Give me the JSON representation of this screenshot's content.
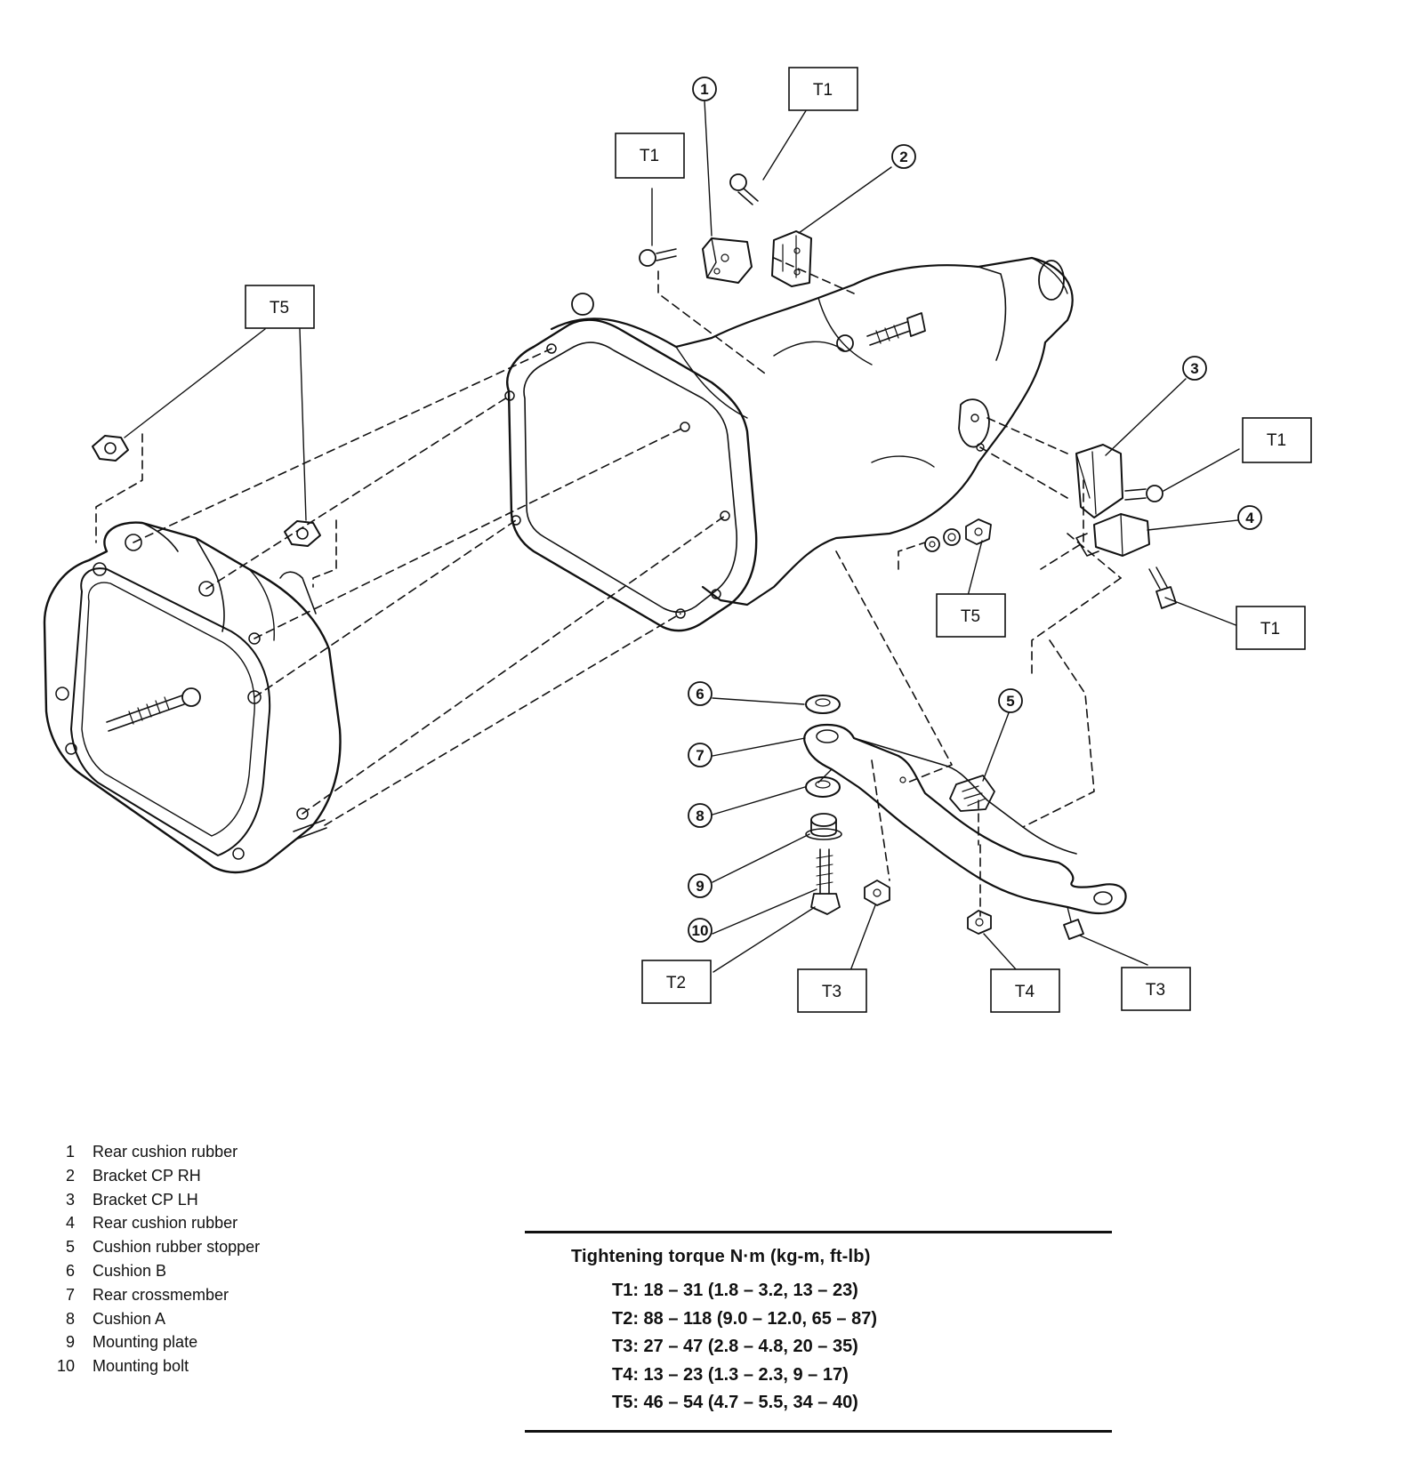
{
  "callouts": [
    "1",
    "2",
    "3",
    "4",
    "5",
    "6",
    "7",
    "8",
    "9",
    "10"
  ],
  "torque_labels": {
    "t1": "T1",
    "t2": "T2",
    "t3": "T3",
    "t4": "T4",
    "t5": "T5"
  },
  "legend": [
    {
      "num": "1",
      "label": "Rear cushion rubber"
    },
    {
      "num": "2",
      "label": "Bracket CP RH"
    },
    {
      "num": "3",
      "label": "Bracket CP LH"
    },
    {
      "num": "4",
      "label": "Rear cushion rubber"
    },
    {
      "num": "5",
      "label": "Cushion rubber stopper"
    },
    {
      "num": "6",
      "label": "Cushion B"
    },
    {
      "num": "7",
      "label": "Rear crossmember"
    },
    {
      "num": "8",
      "label": "Cushion A"
    },
    {
      "num": "9",
      "label": "Mounting plate"
    },
    {
      "num": "10",
      "label": "Mounting bolt"
    }
  ],
  "torque_table": {
    "title": "Tightening torque   N·m (kg-m, ft-lb)",
    "rows": [
      "T1:  18 – 31 (1.8 – 3.2, 13 – 23)",
      "T2:  88 – 118 (9.0 – 12.0, 65 – 87)",
      "T3:  27 – 47 (2.8 – 4.8, 20 – 35)",
      "T4:  13 – 23 (1.3 – 2.3, 9 – 17)",
      "T5:  46 – 54 (4.7 – 5.5, 34 – 40)"
    ]
  }
}
